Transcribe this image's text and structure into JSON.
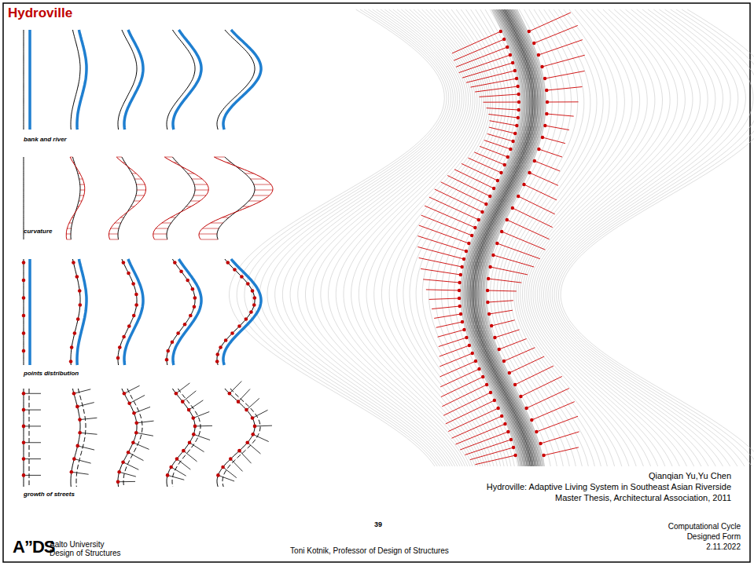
{
  "diagram": {
    "title": "Hydroville",
    "labels": [
      "bank and river",
      "curvature",
      "points distribution",
      "growth of streets",
      "Qianqian Yu,Yu Chen",
      "Hydroville: Adaptive Living System  in Southeast Asian Riverside",
      "Master Thesis, Architectural Association, 2011",
      "39",
      "Toni Kotnik, Professor of Design of Structures",
      "Computational Cycle",
      "Designed Form",
      "2.11.2022",
      "A”DS",
      "Aalto University",
      "Design of Structures"
    ]
  }
}
